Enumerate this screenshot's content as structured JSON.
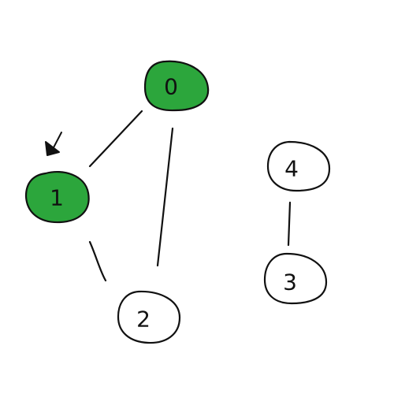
{
  "graph": {
    "visited_color": "#2ca63c",
    "unvisited_color": "#ffffff",
    "nodes": [
      {
        "id": "0",
        "label": "0",
        "visited": true
      },
      {
        "id": "1",
        "label": "1",
        "visited": true,
        "current": true
      },
      {
        "id": "2",
        "label": "2",
        "visited": false
      },
      {
        "id": "3",
        "label": "3",
        "visited": false
      },
      {
        "id": "4",
        "label": "4",
        "visited": false
      }
    ],
    "edges": [
      {
        "from": "0",
        "to": "1"
      },
      {
        "from": "0",
        "to": "2"
      },
      {
        "from": "1",
        "to": "2"
      },
      {
        "from": "4",
        "to": "3"
      }
    ],
    "pointer_icon": "arrow-down-left-icon"
  }
}
